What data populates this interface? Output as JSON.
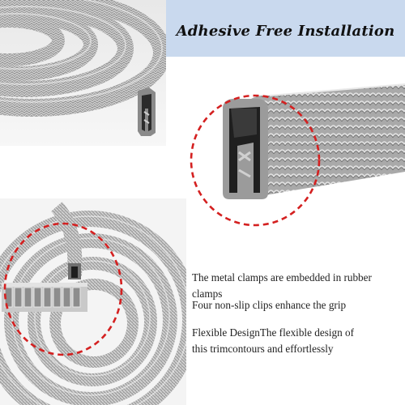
{
  "banner": {
    "title": "Adhesive Free Installation",
    "background_color": "#c9d9ee"
  },
  "features": [
    {
      "text": "The metal clamps are embedded in rubber clamps"
    },
    {
      "text": "Four non-slip clips enhance the grip"
    },
    {
      "text": "Flexible DesignThe flexible design of this trimcontours and effortlessly"
    }
  ],
  "highlight_color": "#d42020"
}
